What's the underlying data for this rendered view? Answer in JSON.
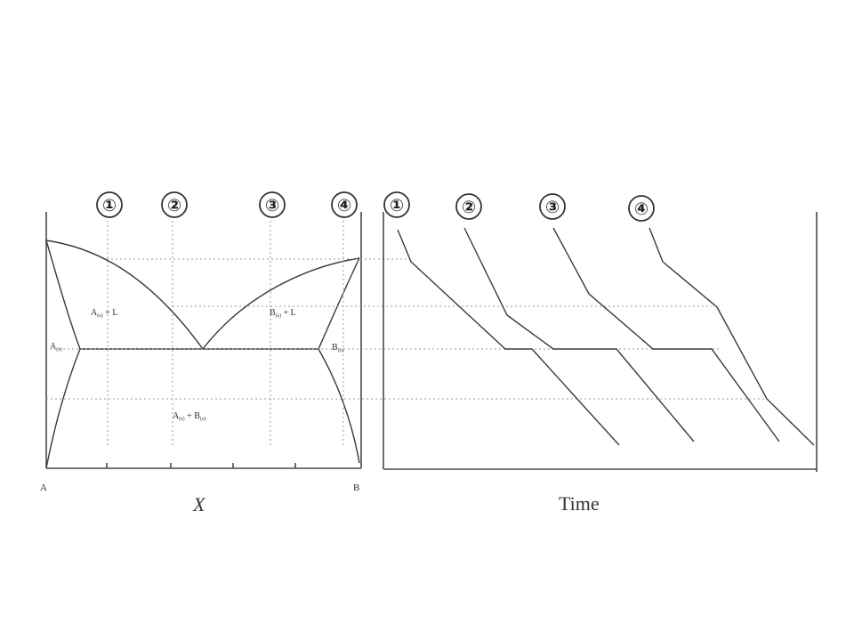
{
  "phase_diagram": {
    "region_left": "A",
    "region_left_sub": "(s)",
    "region_left_liquid": " + L",
    "region_right": "B",
    "region_right_sub": "(s)",
    "region_right_liquid": " + L",
    "solid_left": "A",
    "solid_left_sub": "(s)",
    "solid_right": "B",
    "solid_right_sub": "(s)",
    "two_solid_a": "A",
    "two_solid_a_sub": "(s)",
    "two_solid_plus": " + B",
    "two_solid_b_sub": "(s)",
    "end_left": "A",
    "end_right": "B",
    "x_label": "X"
  },
  "cooling_curves": {
    "x_label": "Time"
  },
  "markers": [
    "①",
    "②",
    "③",
    "④"
  ],
  "colors": {
    "line": "#3a3a3a",
    "axis": "#4a4a4a",
    "guide": "#9a9a9a"
  }
}
